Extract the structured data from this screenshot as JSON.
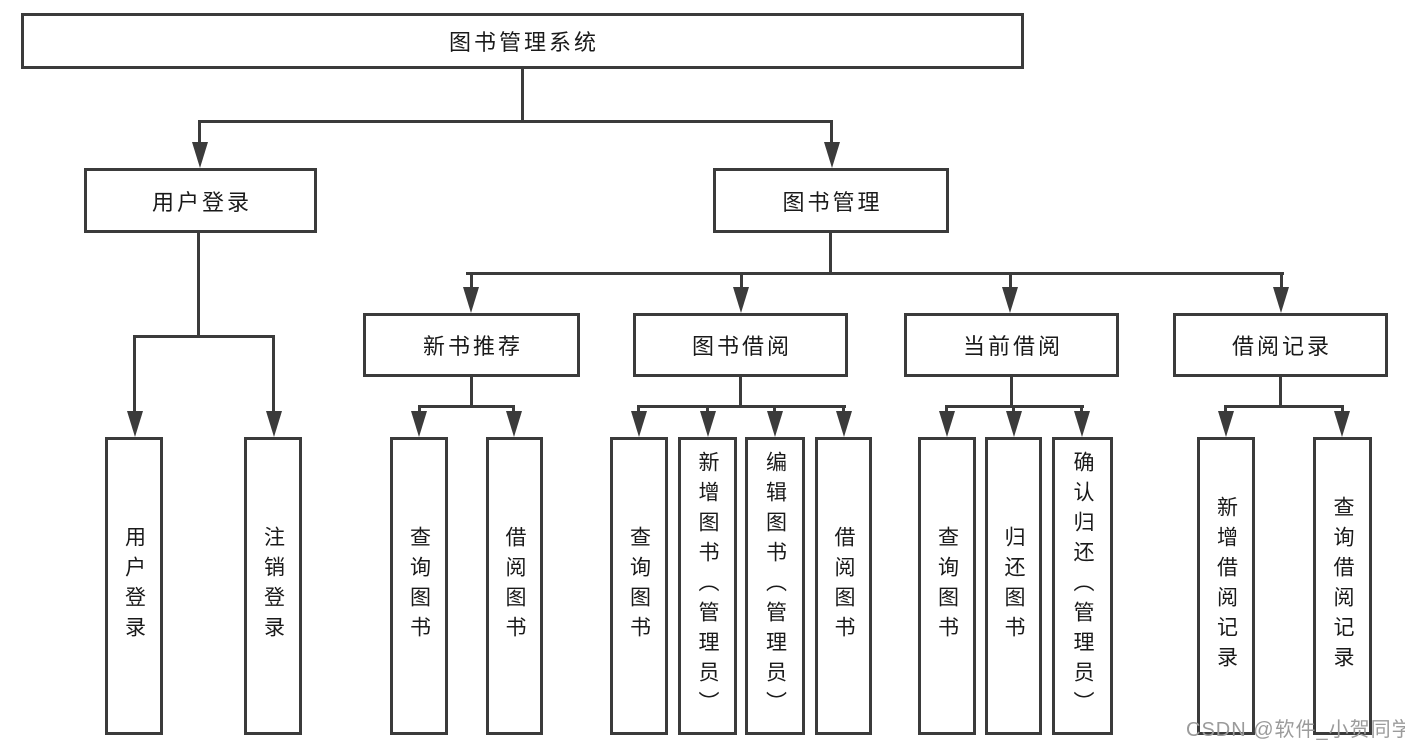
{
  "diagram": {
    "root": {
      "label": "图书管理系统"
    },
    "branches": [
      {
        "label": "用户登录",
        "children": [
          "用户登录",
          "注销登录"
        ]
      },
      {
        "label": "图书管理",
        "sections": [
          {
            "label": "新书推荐",
            "children": [
              "查询图书",
              "借阅图书"
            ]
          },
          {
            "label": "图书借阅",
            "children": [
              "查询图书",
              "新增图书（管理员）",
              "编辑图书（管理员）",
              "借阅图书"
            ]
          },
          {
            "label": "当前借阅",
            "children": [
              "查询图书",
              "归还图书",
              "确认归还（管理员）"
            ]
          },
          {
            "label": "借阅记录",
            "children": [
              "新增借阅记录",
              "查询借阅记录"
            ]
          }
        ]
      }
    ]
  },
  "watermark": {
    "text": "CSDN @软件_小贺同学"
  },
  "colors": {
    "line": "#3b3b3b",
    "text": "#1a1a1a",
    "watermark": "#9b9b9b",
    "background": "#ffffff"
  }
}
